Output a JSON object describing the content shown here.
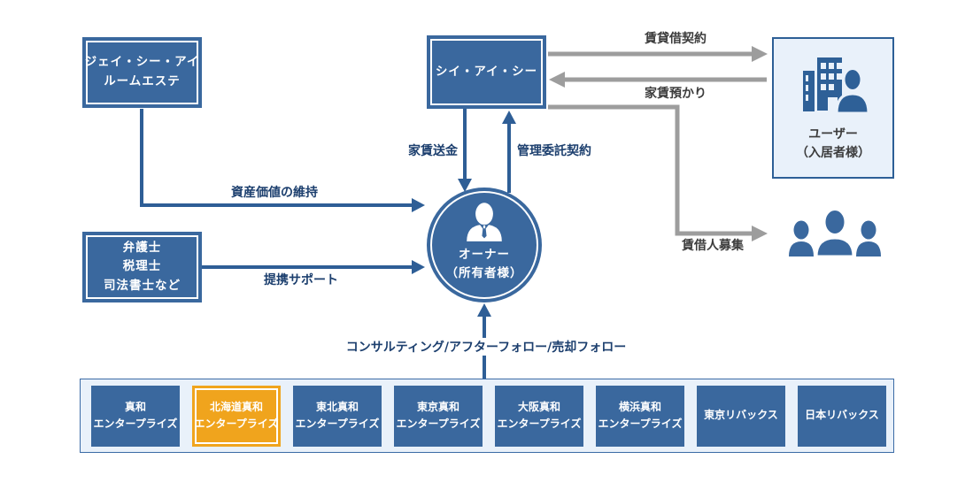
{
  "diagram": {
    "nodes": {
      "jci": {
        "label": "ジェイ・シー・アイ\nルームエステ"
      },
      "cic": {
        "label": "シイ・アイ・シー"
      },
      "lawyer": {
        "label": "弁護士\n税理士\n司法書士など"
      },
      "owner": {
        "label": "オーナー\n（所有者様）",
        "icon": "person-icon"
      },
      "user": {
        "label": "ユーザー\n（入居者様）",
        "icon": "building-person-icon"
      },
      "tenants": {
        "icon": "people-group-icon"
      }
    },
    "edges": {
      "lease_contract": {
        "label": "賃貸借契約",
        "from": "cic",
        "to": "user"
      },
      "rent_deposit": {
        "label": "家賃預かり",
        "from": "user",
        "to": "cic"
      },
      "rent_remittance": {
        "label": "家賃送金",
        "from": "cic",
        "to": "owner"
      },
      "management_contract": {
        "label": "管理委託契約",
        "from": "owner",
        "to": "cic"
      },
      "asset_value_maintenance": {
        "label": "資産価値の維持",
        "from": "jci",
        "to": "owner"
      },
      "partnership_support": {
        "label": "提携サポート",
        "from": "lawyer",
        "to": "owner"
      },
      "tenant_recruitment": {
        "label": "賃借人募集",
        "from": "cic",
        "to": "tenants"
      },
      "consulting": {
        "label": "コンサルティング/アフターフォロー/売却フォロー",
        "from": "group_companies",
        "to": "owner"
      }
    },
    "group_companies": {
      "items": [
        {
          "label": "真和\nエンタープライズ",
          "highlighted": false
        },
        {
          "label": "北海道真和\nエンタープライズ",
          "highlighted": true
        },
        {
          "label": "東北真和\nエンタープライズ",
          "highlighted": false
        },
        {
          "label": "東京真和\nエンタープライズ",
          "highlighted": false
        },
        {
          "label": "大阪真和\nエンタープライズ",
          "highlighted": false
        },
        {
          "label": "横浜真和\nエンタープライズ",
          "highlighted": false
        },
        {
          "label": "東京リバックス",
          "highlighted": false
        },
        {
          "label": "日本リバックス",
          "highlighted": false
        }
      ]
    },
    "colors": {
      "node_blue": "#3a689e",
      "highlight_orange": "#f0a41d",
      "line_blue": "#2e5e96",
      "line_gray": "#9d9d9d",
      "label_navy": "#1c3f6e",
      "label_gray": "#3c3c3c",
      "panel_bg": "#e9f1fa",
      "panel_border": "#3b6ba6"
    }
  }
}
